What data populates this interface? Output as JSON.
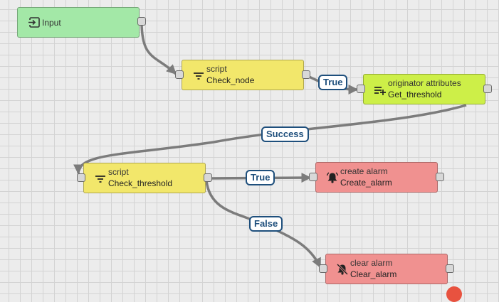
{
  "colors": {
    "input": "#a3e8a7",
    "script": "#f2e76b",
    "enrichment": "#cdef48",
    "action": "#f09190",
    "link": "#7c7c7c",
    "label": "#1e4f7c"
  },
  "nodes": {
    "input": {
      "label": "Input",
      "icon": "input-icon"
    },
    "check_node": {
      "type": "script",
      "name": "Check_node",
      "icon": "filter-icon"
    },
    "get_threshold": {
      "type": "originator attributes",
      "name": "Get_threshold",
      "icon": "list-add-icon"
    },
    "check_threshold": {
      "type": "script",
      "name": "Check_threshold",
      "icon": "filter-icon"
    },
    "create_alarm": {
      "type": "create alarm",
      "name": "Create_alarm",
      "icon": "bell-icon"
    },
    "clear_alarm": {
      "type": "clear alarm",
      "name": "Clear_alarm",
      "icon": "bell-off-icon"
    }
  },
  "links": {
    "check_node_true": "True",
    "get_threshold_success": "Success",
    "check_threshold_true": "True",
    "check_threshold_false": "False"
  }
}
